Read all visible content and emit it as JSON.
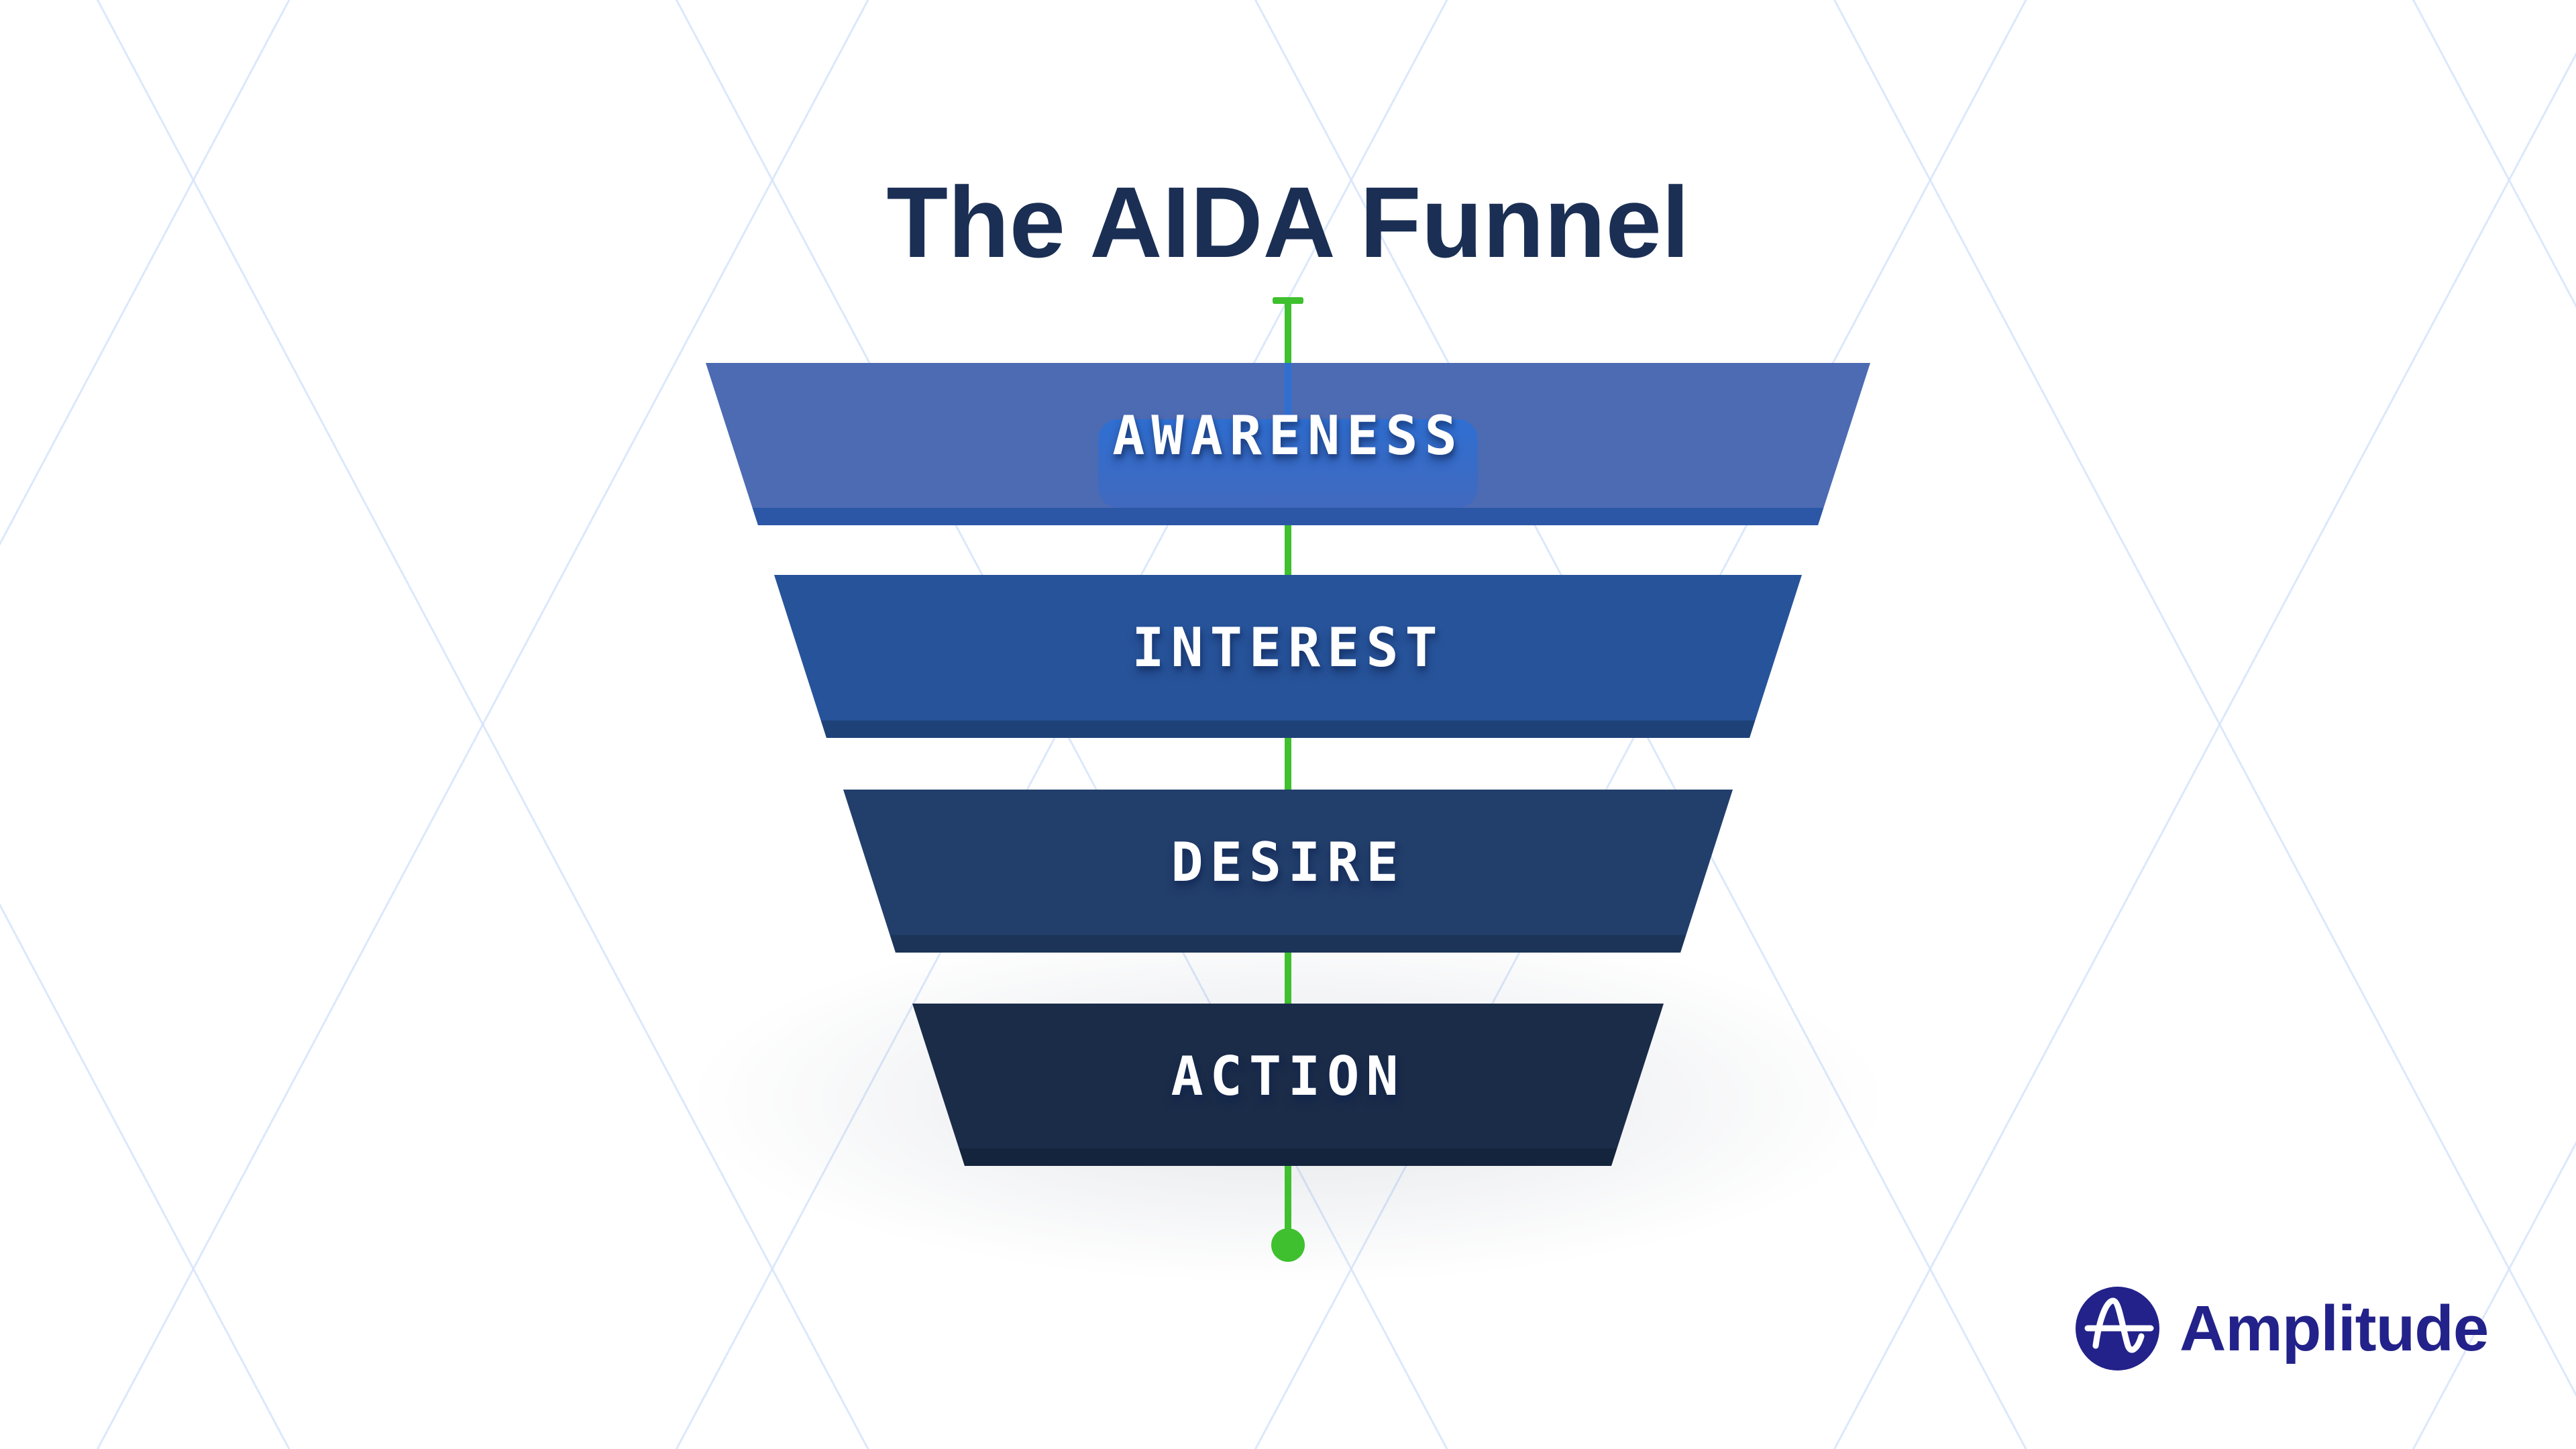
{
  "page": {
    "background_color": "#ffffff",
    "pattern_line_color": "#d6e4fa"
  },
  "title": {
    "text": "The AIDA Funnel",
    "color": "#1b2f54"
  },
  "funnel": {
    "axis": {
      "color": "#3fc02f",
      "cap": "t-cap",
      "end": "dot"
    },
    "stages": [
      {
        "label": "AWARENESS",
        "color": "#4d6bb3",
        "band_color": "#2b57a6",
        "has_highlight": true,
        "highlight_top": "#2f6fd2",
        "highlight_bottom": "#4169be"
      },
      {
        "label": "INTEREST",
        "color": "#27539a",
        "band_color": "#1e4278",
        "has_highlight": false
      },
      {
        "label": "DESIRE",
        "color": "#223e6b",
        "band_color": "#1b3458",
        "has_highlight": false
      },
      {
        "label": "ACTION",
        "color": "#1b2c49",
        "band_color": "#14243c",
        "has_highlight": false
      }
    ]
  },
  "logo": {
    "wordmark": "Amplitude",
    "brand_color": "#23228a",
    "mark_icon": "amplitude-sine-a-icon"
  }
}
